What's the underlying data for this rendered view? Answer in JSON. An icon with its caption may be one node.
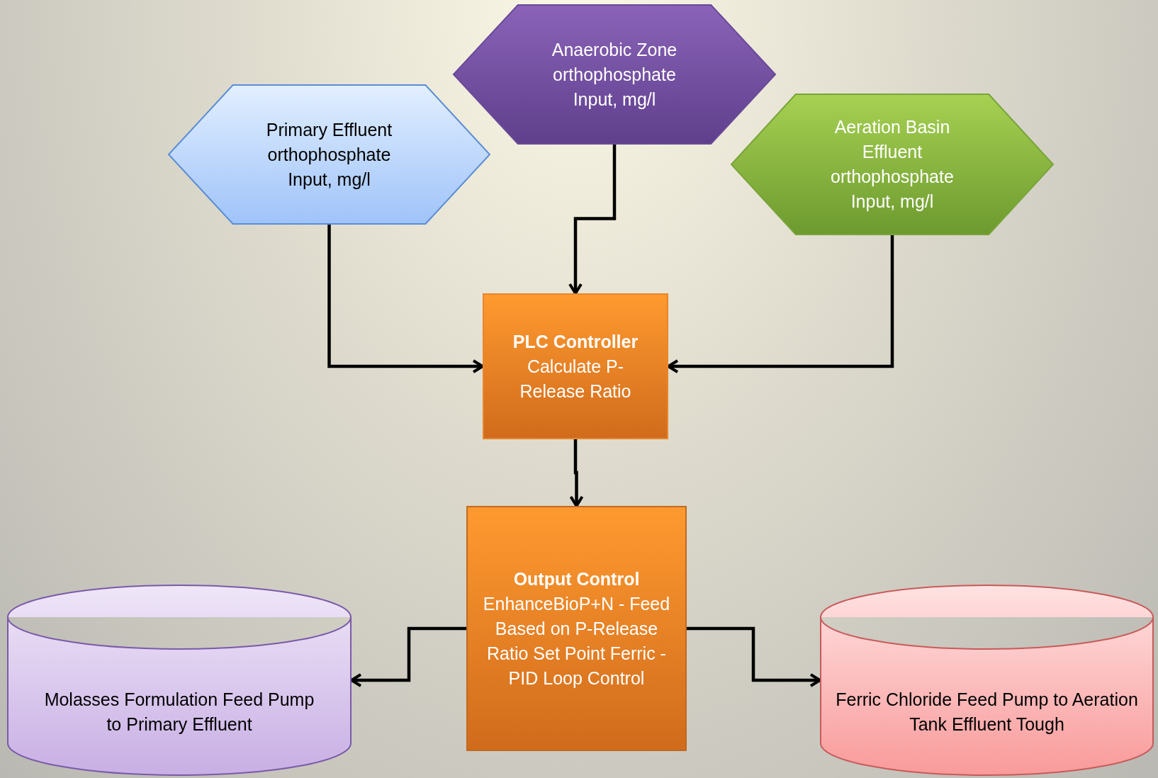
{
  "diagram": {
    "nodes": [
      {
        "text": [
          "Primary Effluent orthophosphate Input, mg/l"
        ]
      },
      {
        "text": [
          "Anaerobic Zone orthophosphate Input, mg/l"
        ]
      },
      {
        "text": [
          "Aeration Basin Effluent orthophosphate Input, mg/l"
        ]
      },
      {
        "text": [
          "PLC Controller",
          "Calculate P-Release Ratio"
        ]
      },
      {
        "text": [
          "Output Control",
          "EnhanceBioP+N - Feed Based on P-Release Ratio Set Point Ferric - PID Loop Control"
        ]
      },
      {
        "text": [
          "Molasses Formulation Feed Pump to Primary Effluent"
        ]
      },
      {
        "text": [
          "Ferric Chloride Feed Pump to Aeration Tank Effluent Tough"
        ]
      }
    ],
    "edges": [
      {
        "from": 0,
        "to": 3,
        "arrow": "to"
      },
      {
        "from": 1,
        "to": 3,
        "arrow": "to"
      },
      {
        "from": 2,
        "to": 3,
        "arrow": "to"
      },
      {
        "from": 3,
        "to": 4,
        "arrow": "to"
      },
      {
        "from": 4,
        "to": 5,
        "arrow": "to"
      },
      {
        "from": 4,
        "to": 6,
        "arrow": "to"
      }
    ]
  }
}
